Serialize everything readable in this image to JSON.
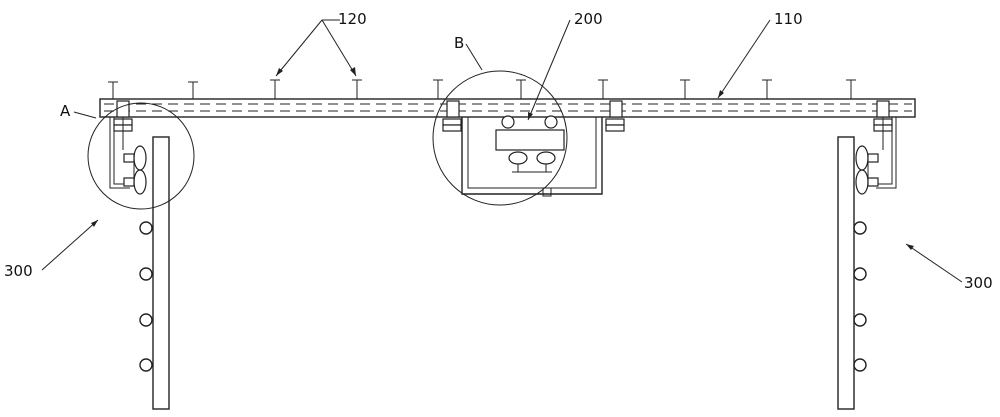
{
  "labels": {
    "rail": "110",
    "bolts": "120",
    "trolley": "200",
    "hanger_left": "300",
    "hanger_right": "300",
    "detail_a": "A",
    "detail_b": "B"
  }
}
